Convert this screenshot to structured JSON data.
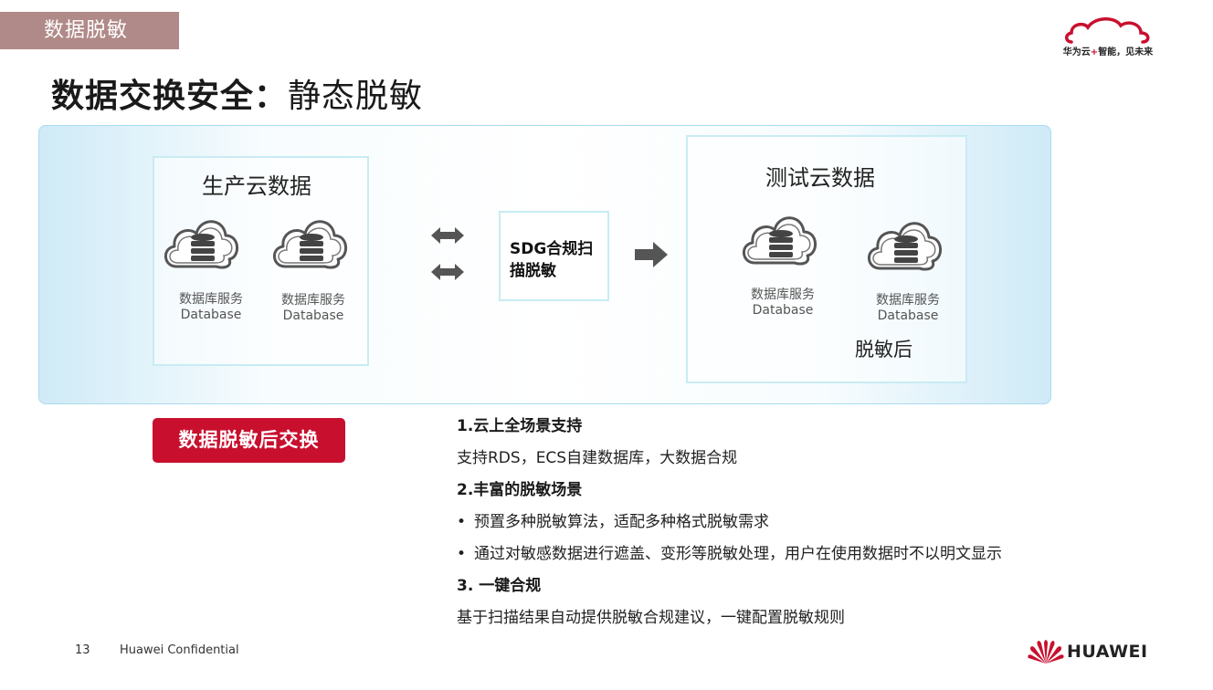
{
  "header": {
    "section_tag": "数据脱敏",
    "slogan_prefix": "华为云",
    "slogan_plus": "+",
    "slogan_suffix": "智能，见未来"
  },
  "title": {
    "bold": "数据交换安全：",
    "normal": "静态脱敏"
  },
  "diagram": {
    "source": {
      "title": "生产云数据",
      "databases": [
        {
          "name": "数据库服务",
          "type": "Database"
        },
        {
          "name": "数据库服务",
          "type": "Database"
        }
      ]
    },
    "sdg": {
      "label": "SDG合规扫描脱敏"
    },
    "target": {
      "title": "测试云数据",
      "databases": [
        {
          "name": "数据库服务",
          "type": "Database"
        },
        {
          "name": "数据库服务",
          "type": "Database"
        }
      ],
      "after_label": "脱敏后"
    }
  },
  "badge": {
    "label": "数据脱敏后交换"
  },
  "features": {
    "h1": "1.云上全场景支持",
    "p1": "支持RDS，ECS自建数据库，大数据合规",
    "h2": "2.丰富的脱敏场景",
    "b1": "预置多种脱敏算法，适配多种格式脱敏需求",
    "b2": "通过对敏感数据进行遮盖、变形等脱敏处理，用户在使用数据时不以明文显示",
    "h3": "3. 一键合规",
    "p3": "基于扫描结果自动提供脱敏合规建议，一键配置脱敏规则"
  },
  "footer": {
    "page_number": "13",
    "confidential": "Huawei Confidential",
    "brand": "HUAWEI"
  },
  "colors": {
    "brand_red": "#c8102e",
    "tag_bg": "#b08a88",
    "panel_border": "#a9dbf0"
  },
  "icons": [
    "cloud-database-icon",
    "bidirectional-arrow-icon",
    "right-arrow-icon",
    "huawei-cloud-icon",
    "huawei-logo-icon"
  ]
}
